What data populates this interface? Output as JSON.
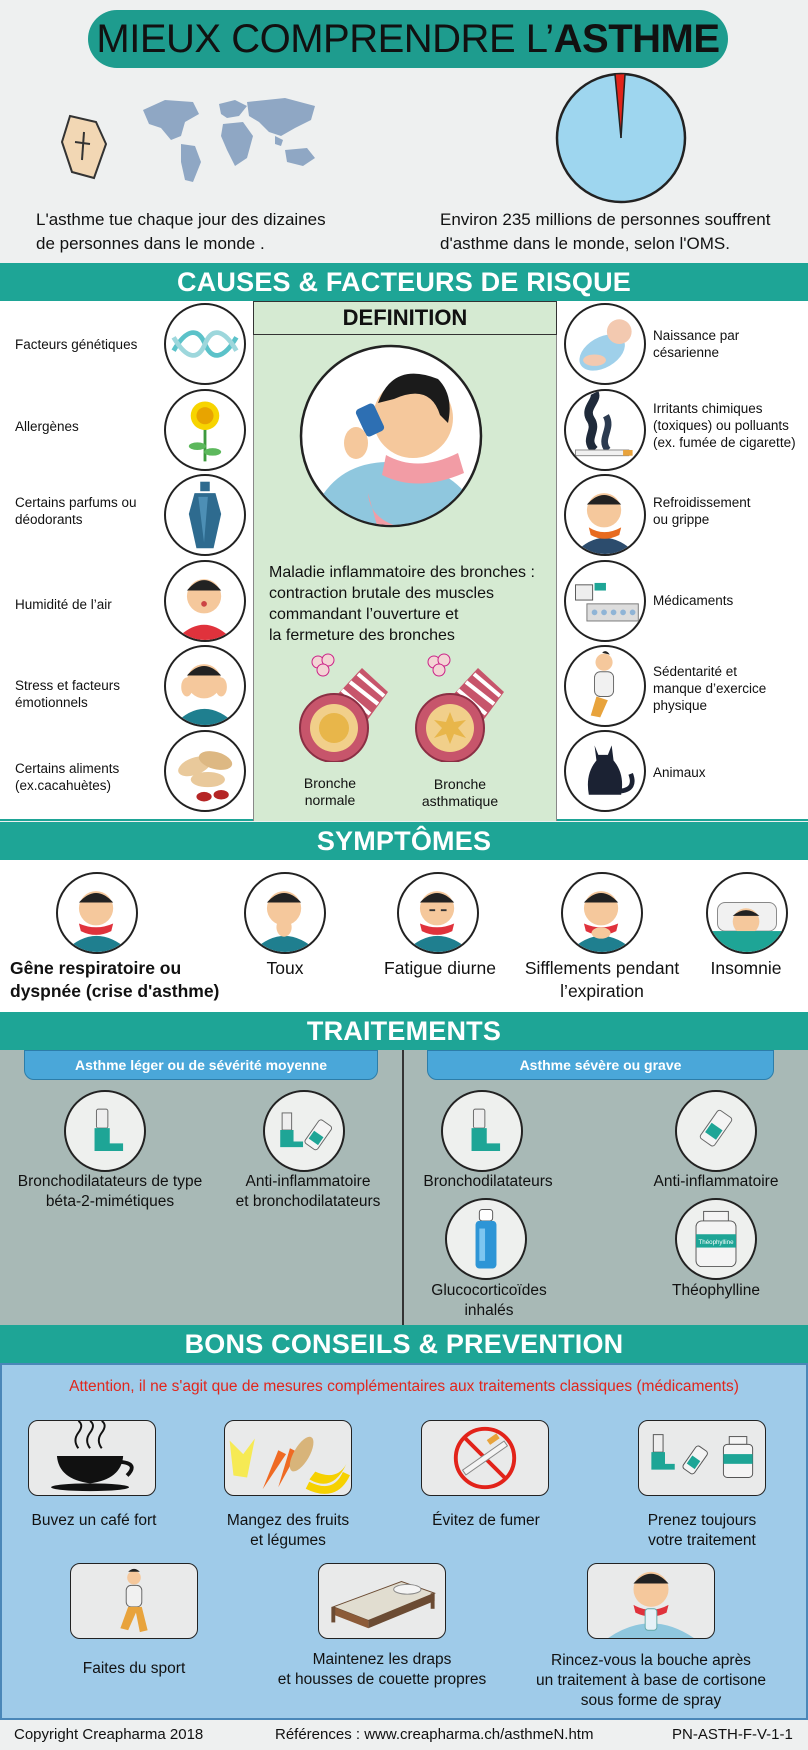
{
  "header": {
    "title_main": "MIEUX COMPRENDRE L’",
    "title_bold": "ASTHME"
  },
  "stats": {
    "deaths_line1": "L'asthme tue chaque jour des dizaines",
    "deaths_line2": "de personnes dans le monde .",
    "people_line1": "Environ 235 millions de personnes souffrent",
    "people_line2": "d'asthme dans le monde, selon l'OMS."
  },
  "causes": {
    "heading": "CAUSES & FACTEURS DE RISQUE",
    "left": [
      {
        "l1": "Facteurs génétiques",
        "l2": "",
        "icon": "dna-icon"
      },
      {
        "l1": "Allergènes",
        "l2": "",
        "icon": "flower-icon"
      },
      {
        "l1": "Certains parfums ou",
        "l2": "déodorants",
        "icon": "perfume-icon"
      },
      {
        "l1": "Humidité de l’air",
        "l2": "",
        "icon": "humid-person-icon"
      },
      {
        "l1": "Stress et facteurs",
        "l2": "émotionnels",
        "icon": "stressed-person-icon"
      },
      {
        "l1": "Certains aliments",
        "l2": "(ex.cacahuètes)",
        "icon": "peanuts-icon"
      }
    ],
    "right": [
      {
        "l1": "Naissance par",
        "l2": "césarienne",
        "l3": "",
        "icon": "baby-icon"
      },
      {
        "l1": "Irritants chimiques",
        "l2": "(toxiques) ou polluants",
        "l3": "(ex. fumée de cigarette)",
        "icon": "smoke-icon"
      },
      {
        "l1": "Refroidissement",
        "l2": "ou grippe",
        "l3": "",
        "icon": "cold-person-icon"
      },
      {
        "l1": "Médicaments",
        "l2": "",
        "l3": "",
        "icon": "pills-icon"
      },
      {
        "l1": "Sédentarité et",
        "l2": "manque d’exercice",
        "l3": "physique",
        "icon": "inactive-person-icon"
      },
      {
        "l1": "Animaux",
        "l2": "",
        "l3": "",
        "icon": "cat-icon"
      }
    ]
  },
  "definition": {
    "heading": "DEFINITION",
    "text_l1": "Maladie inflammatoire des bronches :",
    "text_l2": "contraction brutale des muscles",
    "text_l3": "commandant l’ouverture et",
    "text_l4": "la fermeture des bronches",
    "normal_l1": "Bronche",
    "normal_l2": "normale",
    "asthma_l1": "Bronche",
    "asthma_l2": "asthmatique"
  },
  "symptoms": {
    "heading": "SYMPTÔMES",
    "items": [
      {
        "l1": "Gêne respiratoire ou",
        "l2": "dyspnée (crise d'asthme)"
      },
      {
        "l1": "Toux",
        "l2": ""
      },
      {
        "l1": "Fatigue diurne",
        "l2": ""
      },
      {
        "l1": "Sifflements pendant",
        "l2": "l’expiration"
      },
      {
        "l1": "Insomnie",
        "l2": ""
      }
    ]
  },
  "treatments": {
    "heading": "TRAITEMENTS",
    "mild_label": "Asthme léger ou de sévérité moyenne",
    "severe_label": "Asthme sévère ou grave",
    "mild": [
      {
        "l1": "Bronchodilatateurs de type",
        "l2": "béta-2-mimétiques"
      },
      {
        "l1": "Anti-inflammatoire",
        "l2": "et bronchodilatateurs"
      }
    ],
    "severe": [
      {
        "l1": "Bronchodilatateurs",
        "l2": ""
      },
      {
        "l1": "Anti-inflammatoire",
        "l2": ""
      },
      {
        "l1": "Glucocorticoïdes",
        "l2": "inhalés"
      },
      {
        "l1": "Théophylline",
        "l2": ""
      }
    ],
    "bottle_label": "Théophylline"
  },
  "advice": {
    "heading": "BONS CONSEILS & PREVENTION",
    "warning": "Attention, il ne s'agit que de mesures complémentaires aux traitements classiques (médicaments)",
    "items": [
      {
        "l1": "Buvez un café fort",
        "l2": "",
        "l3": ""
      },
      {
        "l1": "Mangez des fruits",
        "l2": "et légumes",
        "l3": ""
      },
      {
        "l1": "Évitez de fumer",
        "l2": "",
        "l3": ""
      },
      {
        "l1": "Prenez toujours",
        "l2": "votre traitement",
        "l3": ""
      },
      {
        "l1": "Faites du sport",
        "l2": "",
        "l3": ""
      },
      {
        "l1": "Maintenez les draps",
        "l2": "et housses de couette propres",
        "l3": ""
      },
      {
        "l1": "Rincez-vous la bouche après",
        "l2": "un traitement à base de cortisone",
        "l3": "sous forme de spray"
      }
    ]
  },
  "footer": {
    "copyright": "Copyright Creapharma 2018",
    "references": "Références : www.creapharma.ch/asthmeN.htm",
    "code": "PN-ASTH-F-V-1-1"
  },
  "colors": {
    "teal": "#1ea596",
    "light_green": "#d5ead2",
    "treatment_bg": "#a8b9b6",
    "advice_bg": "#9fcbe9",
    "button_blue": "#4aa7d9",
    "warning_red": "#e1261c"
  }
}
